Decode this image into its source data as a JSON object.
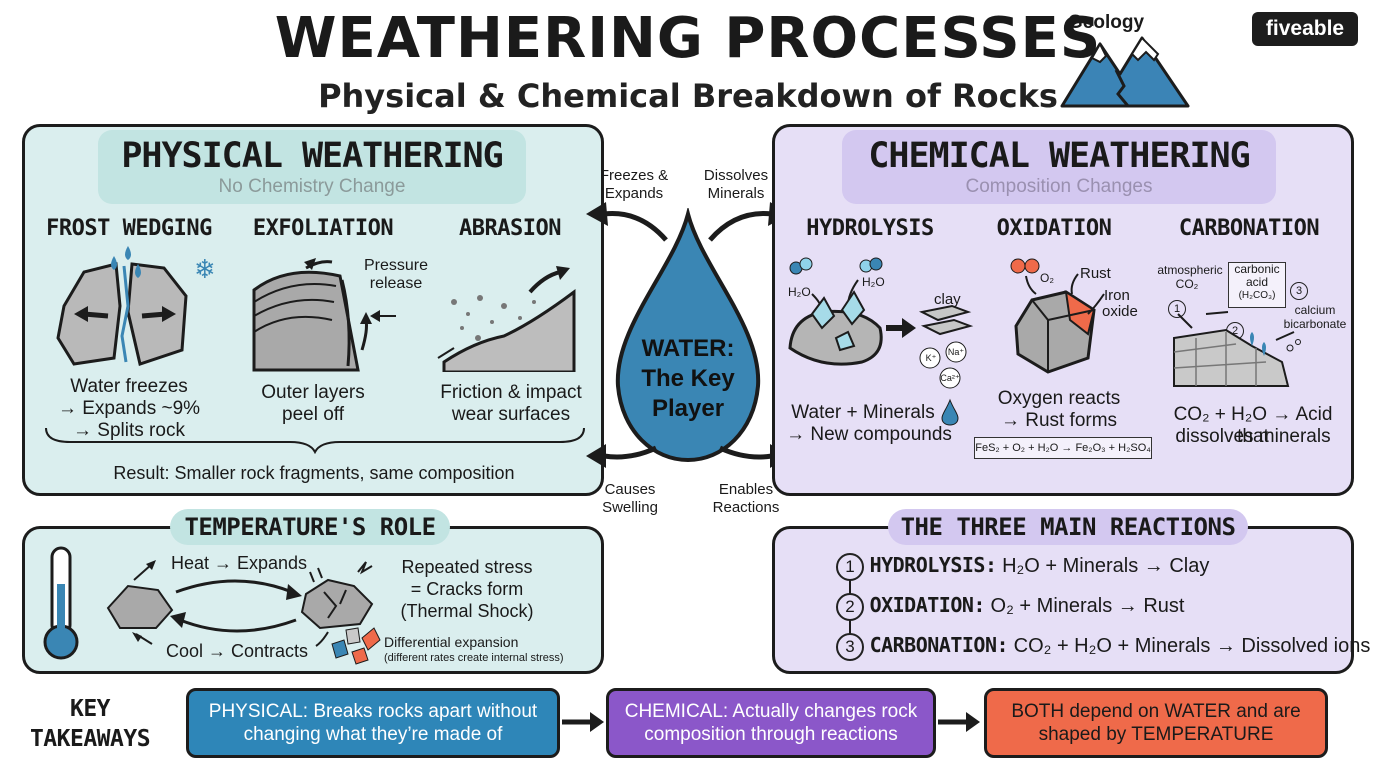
{
  "header": {
    "title": "WEATHERING PROCESSES",
    "subtitle": "Physical & Chemical Breakdown of Rocks",
    "geology_label": "Geology",
    "logo": "fiveable"
  },
  "physical": {
    "title": "PHYSICAL WEATHERING",
    "subtitle": "No Chemistry Change",
    "frost": {
      "title": "FROST WEDGING",
      "line1": "Water freezes",
      "line2": "→ Expands ~9%",
      "line3": "→ Splits rock"
    },
    "exfoliation": {
      "title": "EXFOLIATION",
      "line1": "Outer layers",
      "line2": "peel off",
      "note1": "Pressure",
      "note2": "release"
    },
    "abrasion": {
      "title": "ABRASION",
      "line1": "Friction & impact",
      "line2": "wear surfaces"
    },
    "result": "Result: Smaller rock fragments, same composition"
  },
  "water": {
    "line1": "WATER:",
    "line2": "The Key",
    "line3": "Player",
    "arrow_tl1": "Freezes &",
    "arrow_tl2": "Expands",
    "arrow_tr1": "Dissolves",
    "arrow_tr2": "Minerals",
    "arrow_bl1": "Causes",
    "arrow_bl2": "Swelling",
    "arrow_br1": "Enables",
    "arrow_br2": "Reactions"
  },
  "chemical": {
    "title": "CHEMICAL WEATHERING",
    "subtitle": "Composition Changes",
    "hydrolysis": {
      "title": "HYDROLYSIS",
      "line1": "Water + Minerals",
      "line2": "→ New compounds",
      "clay": "clay",
      "h2o_a": "H₂O",
      "h2o_b": "H₂O",
      "ion1": "K⁺",
      "ion2": "Na⁺",
      "ion3": "Ca²⁺"
    },
    "oxidation": {
      "title": "OXIDATION",
      "line1": "Oxygen reacts",
      "line2": "→ Rust forms",
      "rust": "Rust",
      "iron1": "Iron",
      "iron2": "oxide",
      "o2": "O₂",
      "equation": "FeS₂ + O₂ + H₂O → Fe₂O₃ + H₂SO₄"
    },
    "carbonation": {
      "title": "CARBONATION",
      "line1": "CO₂ + H₂O → Acid that",
      "line2": "dissolves minerals",
      "atm1": "atmospheric",
      "atm2": "CO₂",
      "acid1": "carbonic",
      "acid2": "acid",
      "acid3": "(H₂CO₃)",
      "bic1": "calcium",
      "bic2": "bicarbonate",
      "n1": "1",
      "n2": "2",
      "n3": "3"
    }
  },
  "temperature": {
    "title": "TEMPERATURE'S ROLE",
    "heat": "Heat → Expands",
    "cool": "Cool → Contracts",
    "stress1": "Repeated stress",
    "stress2": "= Cracks form",
    "stress3": "(Thermal Shock)",
    "diff1": "Differential expansion",
    "diff2": "(different rates create internal stress)"
  },
  "reactions": {
    "title": "THE THREE MAIN REACTIONS",
    "items": [
      {
        "num": "1",
        "name": "HYDROLYSIS:",
        "eq": "H₂O + Minerals → Clay"
      },
      {
        "num": "2",
        "name": "OXIDATION:",
        "eq": "O₂ + Minerals → Rust"
      },
      {
        "num": "3",
        "name": "CARBONATION:",
        "eq": "CO₂ + H₂O + Minerals → Dissolved ions"
      }
    ]
  },
  "takeaways": {
    "label1": "KEY",
    "label2": "TAKEAWAYS",
    "physical1": "PHYSICAL: Breaks rocks apart without",
    "physical2": "changing what they’re made of",
    "chemical1": "CHEMICAL: Actually changes rock",
    "chemical2": "composition through reactions",
    "both1": "BOTH depend on WATER and are",
    "both2": "shaped by TEMPERATURE"
  },
  "colors": {
    "physical_bg": "#daeeee",
    "chemical_bg": "#e6dff6",
    "water_blue": "#3a86b4",
    "physical_box": "#2e86b8",
    "chemical_box": "#8b57c9",
    "both_box": "#ef6a4a"
  }
}
